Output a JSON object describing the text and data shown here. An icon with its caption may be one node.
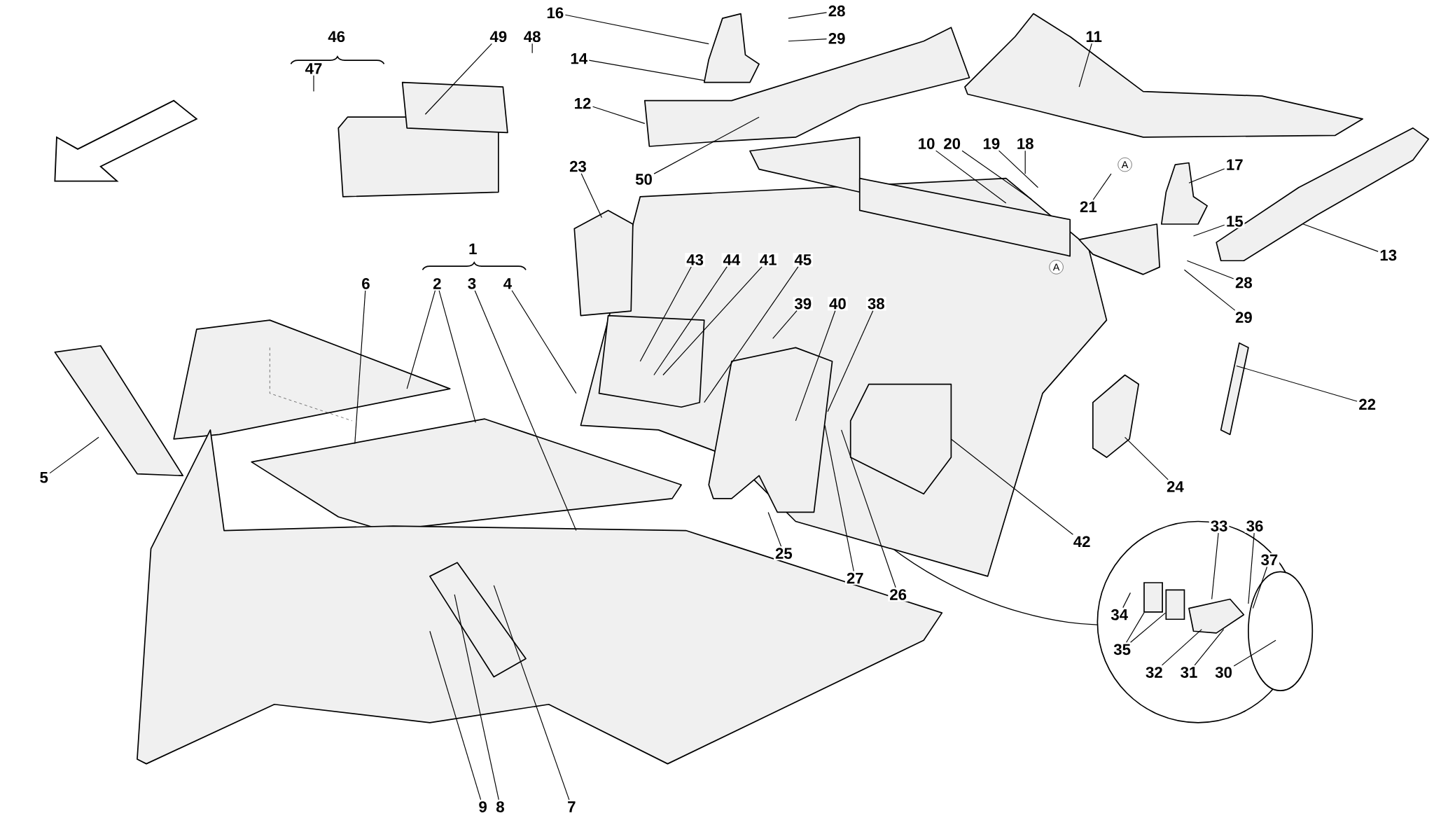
{
  "diagram": {
    "nodes": [
      {
        "text": [
          "2"
        ]
      },
      {
        "text": [
          "3"
        ]
      },
      {
        "text": [
          "4"
        ]
      },
      {
        "text": [
          "5"
        ]
      },
      {
        "text": [
          "6"
        ]
      },
      {
        "text": [
          "7"
        ]
      },
      {
        "text": [
          "8"
        ]
      },
      {
        "text": [
          "9"
        ]
      },
      {
        "text": [
          "10"
        ]
      },
      {
        "text": [
          "11"
        ]
      },
      {
        "text": [
          "12"
        ]
      },
      {
        "text": [
          "13"
        ]
      },
      {
        "text": [
          "14"
        ]
      },
      {
        "text": [
          "15"
        ]
      },
      {
        "text": [
          "16"
        ]
      },
      {
        "text": [
          "17"
        ]
      },
      {
        "text": [
          "18"
        ]
      },
      {
        "text": [
          "19"
        ]
      },
      {
        "text": [
          "20"
        ]
      },
      {
        "text": [
          "21"
        ]
      },
      {
        "text": [
          "22"
        ]
      },
      {
        "text": [
          "23"
        ]
      },
      {
        "text": [
          "24"
        ]
      },
      {
        "text": [
          "25"
        ]
      },
      {
        "text": [
          "26"
        ]
      },
      {
        "text": [
          "27"
        ]
      },
      {
        "text": [
          "28"
        ]
      },
      {
        "text": [
          "28"
        ]
      },
      {
        "text": [
          "29"
        ]
      },
      {
        "text": [
          "29"
        ]
      },
      {
        "text": [
          "30"
        ]
      },
      {
        "text": [
          "31"
        ]
      },
      {
        "text": [
          "32"
        ]
      },
      {
        "text": [
          "33"
        ]
      },
      {
        "text": [
          "34"
        ]
      },
      {
        "text": [
          "35"
        ]
      },
      {
        "text": [
          "36"
        ]
      },
      {
        "text": [
          "37"
        ]
      },
      {
        "text": [
          "38"
        ]
      },
      {
        "text": [
          "39"
        ]
      },
      {
        "text": [
          "40"
        ]
      },
      {
        "text": [
          "41"
        ]
      },
      {
        "text": [
          "42"
        ]
      },
      {
        "text": [
          "43"
        ]
      },
      {
        "text": [
          "44"
        ]
      },
      {
        "text": [
          "45"
        ]
      },
      {
        "text": [
          "47"
        ]
      },
      {
        "text": [
          "48"
        ]
      },
      {
        "text": [
          "49"
        ]
      },
      {
        "text": [
          "50"
        ]
      },
      {
        "text": [],
        "shape": "box"
      },
      {
        "text": [],
        "shape": "box"
      }
    ],
    "edges": [
      {
        "from": 0,
        "to": null,
        "arrow": "none"
      },
      {
        "from": 0,
        "to": null,
        "arrow": "none"
      },
      {
        "from": 1,
        "to": null,
        "arrow": "none"
      },
      {
        "from": 2,
        "to": null,
        "arrow": "none"
      },
      {
        "from": 3,
        "to": null,
        "arrow": "none"
      },
      {
        "from": 4,
        "to": null,
        "arrow": "none"
      },
      {
        "from": 5,
        "to": null,
        "arrow": "none"
      },
      {
        "from": 6,
        "to": null,
        "arrow": "none"
      },
      {
        "from": 7,
        "to": null,
        "arrow": "none"
      },
      {
        "from": 8,
        "to": null,
        "arrow": "none"
      },
      {
        "from": 9,
        "to": null,
        "arrow": "none"
      },
      {
        "from": 10,
        "to": null,
        "arrow": "none"
      },
      {
        "from": 11,
        "to": null,
        "arrow": "none"
      },
      {
        "from": 12,
        "to": null,
        "arrow": "none"
      },
      {
        "from": 13,
        "to": null,
        "arrow": "none"
      },
      {
        "from": 14,
        "to": null,
        "arrow": "none"
      },
      {
        "from": 15,
        "to": null,
        "arrow": "none"
      },
      {
        "from": 16,
        "to": null,
        "arrow": "none"
      },
      {
        "from": 17,
        "to": null,
        "arrow": "none"
      },
      {
        "from": 18,
        "to": null,
        "arrow": "none"
      },
      {
        "from": 19,
        "to": null,
        "arrow": "none"
      },
      {
        "from": 20,
        "to": null,
        "arrow": "none"
      },
      {
        "from": 21,
        "to": null,
        "arrow": "none"
      },
      {
        "from": 22,
        "to": null,
        "arrow": "none"
      },
      {
        "from": 23,
        "to": null,
        "arrow": "none"
      },
      {
        "from": 24,
        "to": null,
        "arrow": "none"
      },
      {
        "from": 25,
        "to": null,
        "arrow": "none"
      },
      {
        "from": 26,
        "to": null,
        "arrow": "none"
      },
      {
        "from": 27,
        "to": null,
        "arrow": "none"
      },
      {
        "from": 28,
        "to": null,
        "arrow": "none"
      },
      {
        "from": 29,
        "to": null,
        "arrow": "none"
      },
      {
        "from": 30,
        "to": null,
        "arrow": "none"
      },
      {
        "from": 31,
        "to": null,
        "arrow": "none"
      },
      {
        "from": 32,
        "to": null,
        "arrow": "none"
      },
      {
        "from": 33,
        "to": null,
        "arrow": "none"
      },
      {
        "from": 34,
        "to": null,
        "arrow": "none"
      },
      {
        "from": 35,
        "to": 50,
        "arrow": "none"
      },
      {
        "from": 36,
        "to": null,
        "arrow": "none"
      },
      {
        "from": 37,
        "to": null,
        "arrow": "none"
      },
      {
        "from": 38,
        "to": null,
        "arrow": "none"
      },
      {
        "from": 39,
        "to": null,
        "arrow": "none"
      },
      {
        "from": 40,
        "to": null,
        "arrow": "none"
      },
      {
        "from": 41,
        "to": null,
        "arrow": "none"
      },
      {
        "from": 42,
        "to": null,
        "arrow": "none"
      },
      {
        "from": 43,
        "to": null,
        "arrow": "none"
      },
      {
        "from": 44,
        "to": null,
        "arrow": "none"
      },
      {
        "from": 45,
        "to": null,
        "arrow": "none"
      },
      {
        "from": 46,
        "to": null,
        "arrow": "none"
      },
      {
        "from": 47,
        "to": null,
        "arrow": "none"
      },
      {
        "from": 48,
        "to": null,
        "arrow": "none"
      },
      {
        "from": 49,
        "to": null,
        "arrow": "none"
      },
      {
        "from": 35,
        "to": 51,
        "arrow": "none"
      }
    ],
    "labels": [
      "46",
      "1",
      "A",
      "A"
    ]
  }
}
